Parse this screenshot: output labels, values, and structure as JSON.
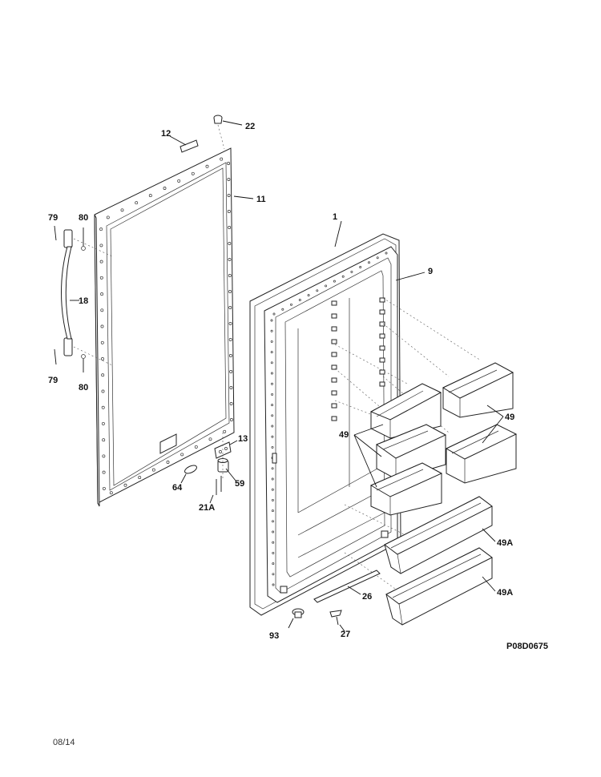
{
  "diagram": {
    "drawing_code": "P08D0675",
    "date_code": "08/14",
    "labels": {
      "l22": "22",
      "l12": "12",
      "l11": "11",
      "l79a": "79",
      "l80a": "80",
      "l18": "18",
      "l79b": "79",
      "l80b": "80",
      "l1": "1",
      "l9": "9",
      "l13": "13",
      "l59": "59",
      "l64": "64",
      "l21a": "21A",
      "l49a": "49",
      "l49b": "49",
      "l49a1": "49A",
      "l49a2": "49A",
      "l26": "26",
      "l93": "93",
      "l27": "27"
    }
  }
}
